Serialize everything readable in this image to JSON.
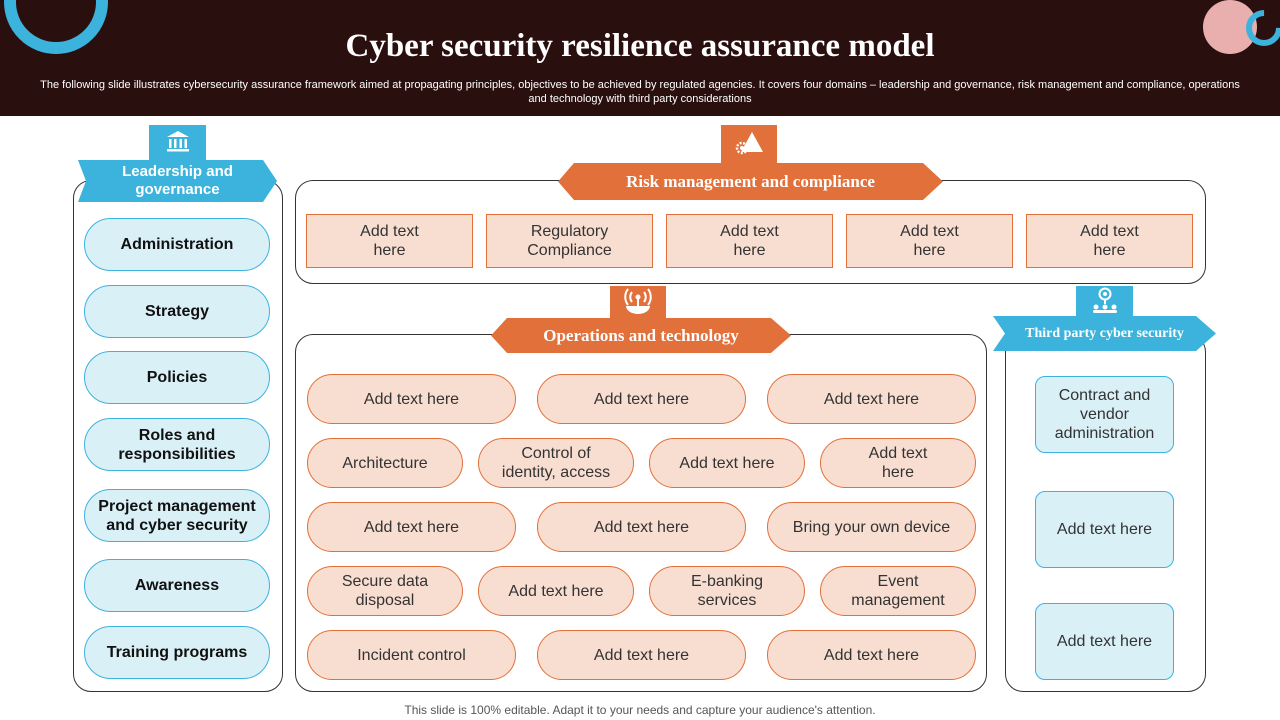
{
  "header": {
    "title": "Cyber security resilience assurance model",
    "subtitle": "The following slide illustrates cybersecurity assurance framework aimed at propagating principles, objectives to be achieved by regulated agencies. It covers four domains – leadership and governance, risk management and compliance, operations and technology with third party considerations"
  },
  "leadership": {
    "title": "Leadership and governance",
    "icon": "government-building-icon",
    "items": [
      "Administration",
      "Strategy",
      "Policies",
      "Roles and responsibilities",
      "Project management and cyber security",
      "Awareness",
      "Training programs"
    ]
  },
  "risk": {
    "title": "Risk management and compliance",
    "icon": "warning-gear-icon",
    "items": [
      "Add text here",
      "Regulatory Compliance",
      "Add text here",
      "Add text here",
      "Add text here"
    ]
  },
  "operations": {
    "title": "Operations and technology",
    "icon": "network-tower-icon",
    "rows": [
      [
        "Add text here",
        "Add text here",
        "Add text here"
      ],
      [
        "Architecture",
        "Control of identity, access",
        "Add text here",
        "Add text here"
      ],
      [
        "Add text here",
        "Add text here",
        "Bring your own device"
      ],
      [
        "Secure data disposal",
        "Add text here",
        "E-banking services",
        "Event management"
      ],
      [
        "Incident control",
        "Add text here",
        "Add text here"
      ]
    ]
  },
  "third_party": {
    "title": "Third party cyber security",
    "icon": "user-network-icon",
    "items": [
      "Contract and vendor administration",
      "Add text here",
      "Add text here"
    ]
  },
  "footer": {
    "text": "This slide is 100% editable. Adapt it to your needs and capture your audience's attention."
  },
  "colors": {
    "header_bg": "#2a0f0f",
    "blue": "#3bb3dc",
    "blue_fill": "#daf0f7",
    "orange": "#e2703a",
    "orange_fill": "#f8ddd1"
  }
}
